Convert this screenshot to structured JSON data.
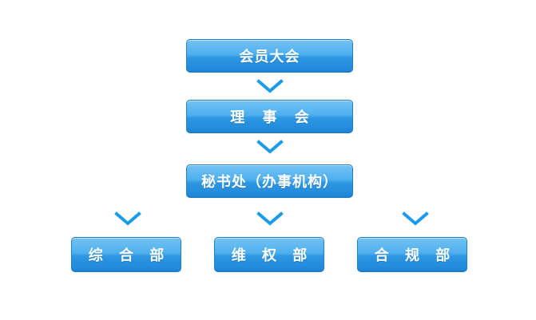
{
  "diagram": {
    "nodes": {
      "assembly": "会员大会",
      "council": "理 事 会",
      "secretariat": "秘书处（办事机构）",
      "general_dept": "综 合 部",
      "rights_dept": "维 权 部",
      "compliance_dept": "合 规 部"
    },
    "edges": [
      {
        "from": "assembly",
        "to": "council"
      },
      {
        "from": "council",
        "to": "secretariat"
      },
      {
        "from": "secretariat",
        "to": "general_dept"
      },
      {
        "from": "secretariat",
        "to": "rights_dept"
      },
      {
        "from": "secretariat",
        "to": "compliance_dept"
      }
    ],
    "colors": {
      "node_top": "#73c2f3",
      "node_bottom": "#1f86d8",
      "node_border": "#1f7fc3",
      "arrow": "#1c9be8",
      "text": "#ffffff"
    },
    "arrow_icon": "chevron-down-icon"
  }
}
